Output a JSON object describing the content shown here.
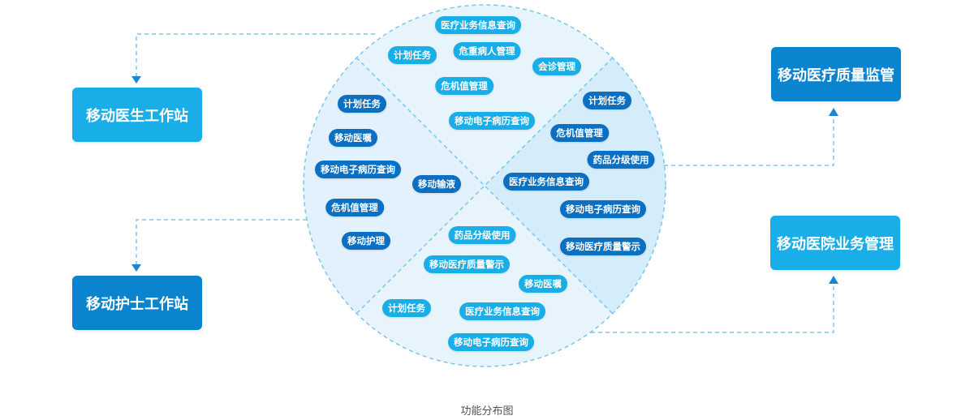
{
  "boxes": {
    "doctor": "移动医生工作站",
    "nurse": "移动护士工作站",
    "quality": "移动医疗质量监管",
    "hospital": "移动医院业务管理"
  },
  "segments": {
    "top": [
      "医疗业务信息查询",
      "计划任务",
      "危重病人管理",
      "会诊管理",
      "危机值管理",
      "移动电子病历查询"
    ],
    "left": [
      "计划任务",
      "移动医嘱",
      "移动电子病历查询",
      "移动输液",
      "危机值管理",
      "移动护理"
    ],
    "right": [
      "计划任务",
      "危机值管理",
      "药品分级使用",
      "医疗业务信息查询",
      "移动电子病历查询",
      "移动医疗质量警示"
    ],
    "bottom": [
      "药品分级使用",
      "移动医疗质量警示",
      "移动医嘱",
      "计划任务",
      "医疗业务信息查询",
      "移动电子病历查询"
    ]
  },
  "caption": "功能分布图",
  "colors": {
    "circle_fill": "#e8f4fc",
    "circle_fill_dark": "#d4ebfa",
    "dashed_line": "#7cc6ee",
    "arrow": "#1a86d0",
    "box_light": "#1aaee8",
    "box_dark": "#0b84cf"
  }
}
